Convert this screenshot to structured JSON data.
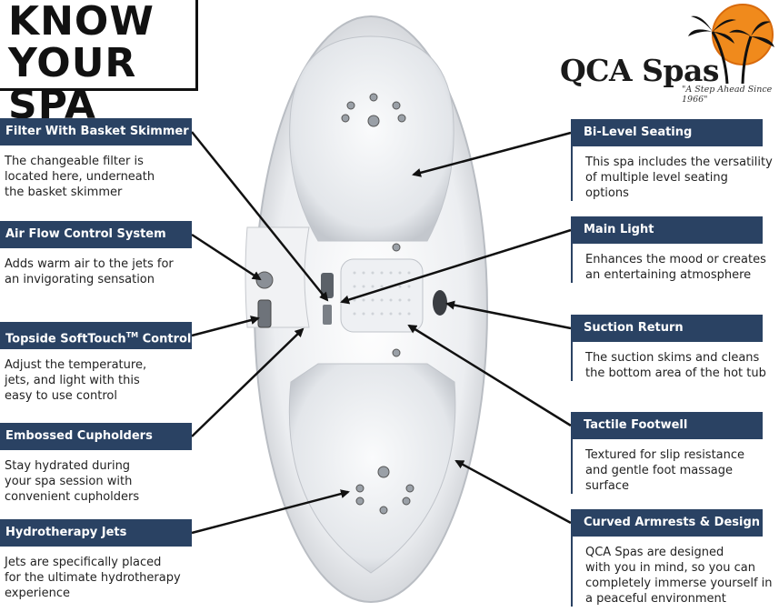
{
  "title": {
    "line1": "KNOW",
    "line2": "YOUR SPA"
  },
  "logo": {
    "brand": "QCA Spas",
    "tagline": "\"A Step Ahead Since 1966\""
  },
  "features_left": [
    {
      "title": "Filter With Basket Skimmer",
      "text": "The changeable filter is\nlocated here, underneath\nthe basket skimmer"
    },
    {
      "title": "Air Flow Control System",
      "text": "Adds warm air to the jets for\nan invigorating sensation"
    },
    {
      "title": "Topside SoftTouch",
      "title_sup": "TM",
      "title_suffix": " Control",
      "text": "Adjust the temperature,\njets, and light with this\neasy to use control"
    },
    {
      "title": "Embossed Cupholders",
      "text": "Stay hydrated during\nyour spa session with\nconvenient cupholders"
    },
    {
      "title": "Hydrotherapy Jets",
      "text": "Jets are specifically placed\nfor the ultimate hydrotherapy\nexperience"
    }
  ],
  "features_right": [
    {
      "title": "Bi-Level Seating",
      "text": "This spa includes the versatility\nof multiple level seating\noptions"
    },
    {
      "title": "Main Light",
      "text": "Enhances the mood or creates\nan entertaining atmosphere"
    },
    {
      "title": "Suction Return",
      "text": "The suction skims and cleans\nthe bottom area of the hot tub"
    },
    {
      "title": "Tactile Footwell",
      "text": "Textured for slip resistance\nand gentle foot massage\nsurface"
    },
    {
      "title": "Curved Armrests & Design",
      "text": "QCA Spas are designed\nwith you in mind, so you can\ncompletely immerse yourself in\na peaceful environment"
    }
  ],
  "colors": {
    "header_bg": "#2a4263",
    "header_text": "#ffffff",
    "sun": "#f08a1c"
  }
}
